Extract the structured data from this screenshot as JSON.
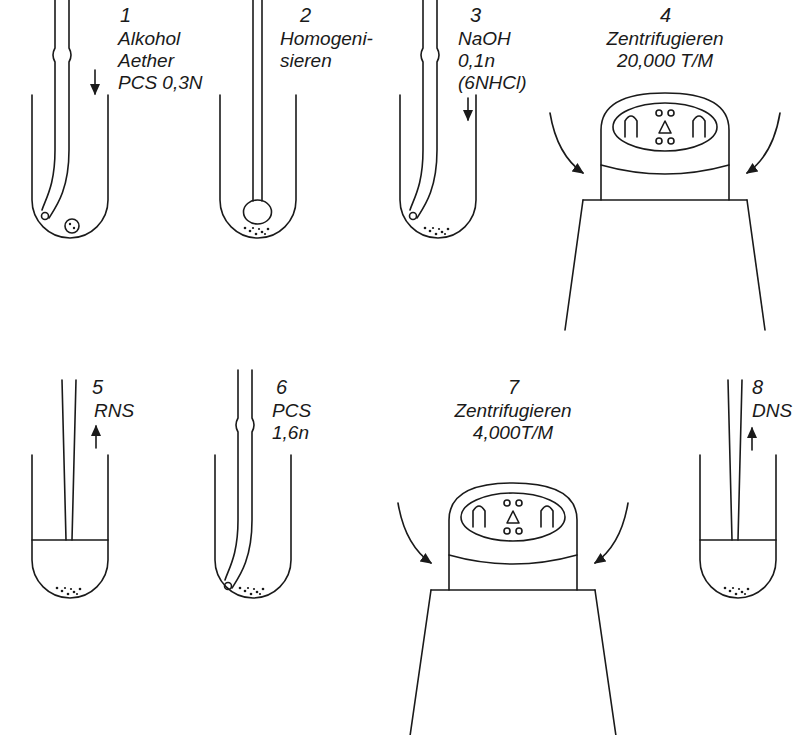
{
  "diagram": {
    "labels": [
      "1",
      "Alkohol Aether PCS 0,3N",
      "2",
      "Homogeni- sieren",
      "3",
      "NaOH 0,1n (6NHCl)",
      "4",
      "Zentrifugieren 20,000 T/M",
      "5",
      "RNS",
      "6",
      "PCS 1,6n",
      "7",
      "Zentrifugieren 4,000T/M",
      "8",
      "DNS"
    ]
  }
}
